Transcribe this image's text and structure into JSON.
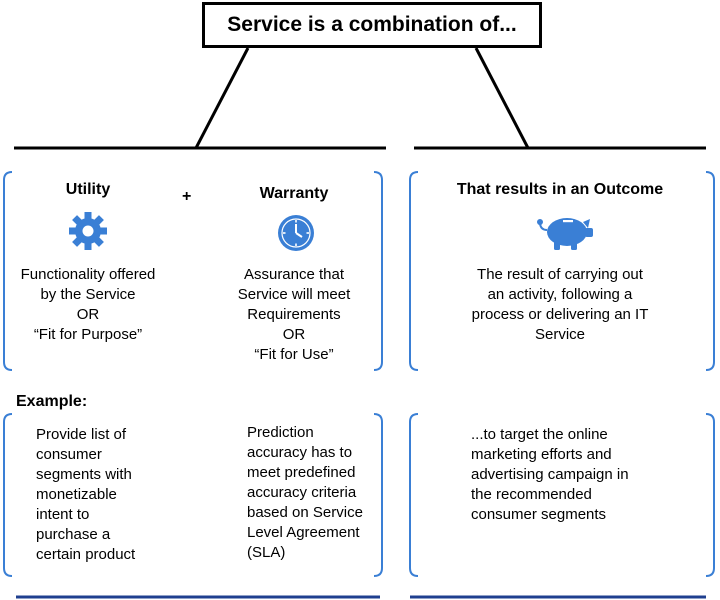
{
  "title": "Service is a combination of...",
  "utility": {
    "heading": "Utility",
    "icon": "gear-icon",
    "lines": [
      "Functionality offered",
      "by the Service",
      "OR",
      "“Fit for Purpose”"
    ]
  },
  "plus": "+",
  "warranty": {
    "heading": "Warranty",
    "icon": "clock-icon",
    "lines": [
      "Assurance that",
      "Service will meet",
      "Requirements",
      "OR",
      "“Fit for Use”"
    ]
  },
  "outcome": {
    "heading": "That results in an Outcome",
    "icon": "piggy-bank-icon",
    "lines": [
      "The result of carrying out",
      "an activity, following a",
      "process or delivering an IT",
      "Service"
    ]
  },
  "example": {
    "label": "Example:",
    "utility_lines": [
      "Provide list of",
      "consumer",
      "segments with",
      "monetizable",
      "intent to",
      "purchase a",
      "certain product"
    ],
    "warranty_lines": [
      "Prediction",
      "accuracy has to",
      "meet predefined",
      "accuracy criteria",
      "based on Service",
      "Level Agreement",
      "(SLA)"
    ],
    "outcome_lines": [
      "...to target the online",
      "marketing efforts and",
      "advertising campaign in",
      "the recommended",
      "consumer segments"
    ]
  },
  "colors": {
    "accent": "#3a7fd5",
    "line": "#000000",
    "bottom_rule": "#1f3f8f"
  }
}
